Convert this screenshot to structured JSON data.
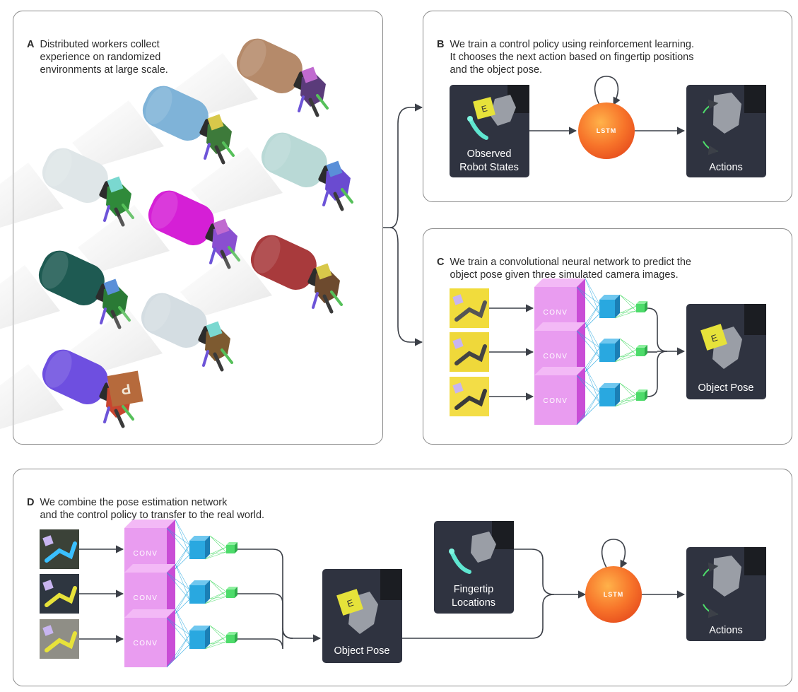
{
  "panels": {
    "a": {
      "letter": "A",
      "text": "Distributed workers collect\nexperience on randomized\nenvironments at large scale."
    },
    "b": {
      "letter": "B",
      "text": "We train a control policy using reinforcement learning.\nIt chooses the next action based on fingertip positions\nand the object pose."
    },
    "c": {
      "letter": "C",
      "text": "We train a convolutional neural network to predict the\nobject pose given three simulated camera images."
    },
    "d": {
      "letter": "D",
      "text": "We combine the pose estimation network\nand the control policy to transfer to the real world."
    }
  },
  "labels": {
    "observed_line1": "Observed",
    "observed_line2": "Robot States",
    "actions": "Actions",
    "object_pose": "Object Pose",
    "fingertip_line1": "Fingertip",
    "fingertip_line2": "Locations",
    "lstm": "LSTM",
    "conv": "CONV"
  },
  "colors": {
    "card": "#2f3340",
    "conv_front": "#e99cf0",
    "conv_top": "#f3b9f6",
    "conv_side": "#c94dd6",
    "layer2": "#29a8e0",
    "layer3": "#4ddb6a",
    "lstm": "#f7742a",
    "arrow": "#3c4048",
    "cylinders": [
      "#b58a6a",
      "#7fb3d8",
      "#b9d9d6",
      "#dfe6e8",
      "#d51fd6",
      "#a83a3c",
      "#1e5a52",
      "#d4dde2",
      "#6e4fe0"
    ]
  }
}
